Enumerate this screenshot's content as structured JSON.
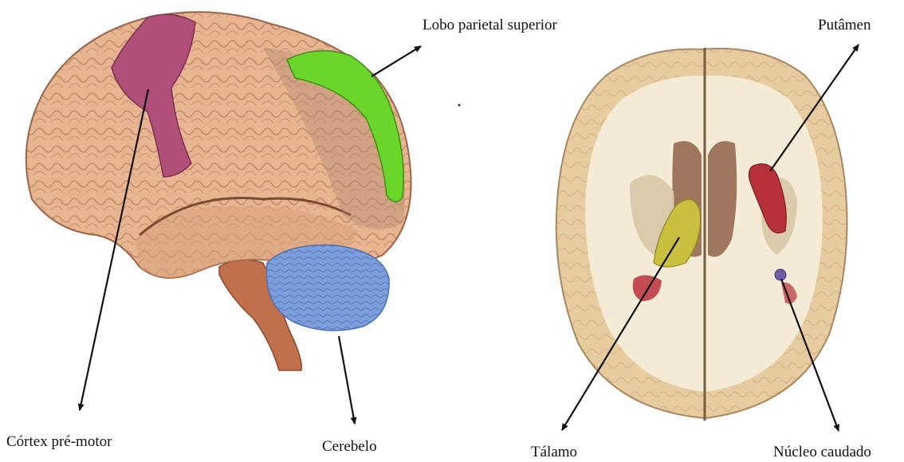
{
  "labels": {
    "lobo_parietal": "Lobo parietal  superior",
    "putamen": "Putâmen",
    "cortex_pre_motor": "Córtex pré-motor",
    "cerebelo": "Cerebelo",
    "talamo": "Tálamo",
    "nucleo_caudado": "Núcleo caudado"
  },
  "colors": {
    "cortex": "#e8b591",
    "cortex_shadow": "#b07858",
    "premotor": "#b04f78",
    "parietal": "#6ad62a",
    "cerebelo": "#7e9fde",
    "brainstem": "#c0704a",
    "putamen": "#b8303a",
    "talamo": "#c9c040",
    "caudado": "#6f5aa6",
    "white_matter": "#f5ecd8",
    "arrow": "#111111"
  }
}
